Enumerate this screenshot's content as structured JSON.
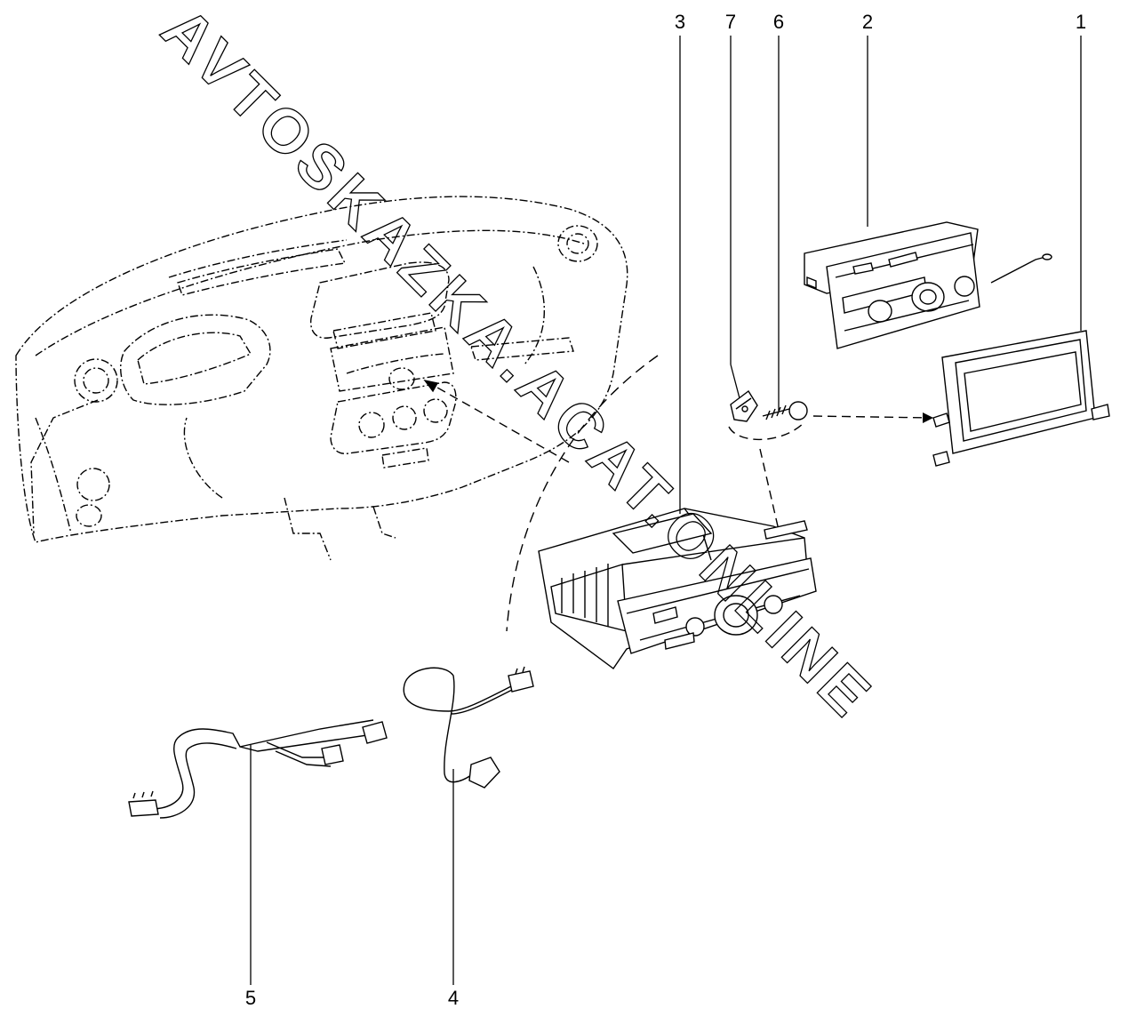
{
  "diagram": {
    "callouts": {
      "c1": "1",
      "c2": "2",
      "c3": "3",
      "c4": "4",
      "c5": "5",
      "c6": "6",
      "c7": "7"
    },
    "watermark": "AVTOSKAZKA.ACAT.ONLINE"
  }
}
